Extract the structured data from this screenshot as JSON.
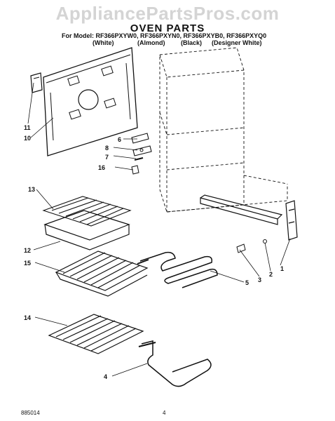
{
  "watermark": "AppliancePartsPros.com",
  "header": {
    "title": "OVEN PARTS",
    "models_line": "For Model: RF366PXYW0, RF366PXYN0, RF366PXYB0, RF366PXYQ0",
    "colors": [
      "(White)",
      "(Almond)",
      "(Black)",
      "(Designer White)"
    ]
  },
  "callouts": [
    "11",
    "10",
    "6",
    "8",
    "7",
    "16",
    "13",
    "12",
    "15",
    "14",
    "4",
    "5",
    "3",
    "2",
    "1"
  ],
  "footer": {
    "doc_number": "885014",
    "page_number": "4"
  }
}
